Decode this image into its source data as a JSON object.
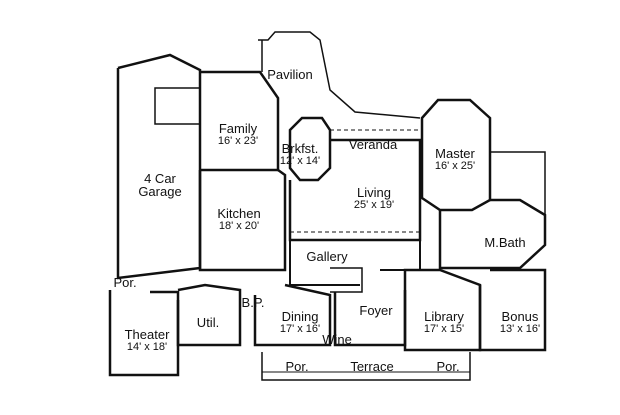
{
  "rooms": {
    "garage": {
      "name": "4 Car\nGarage",
      "dims": ""
    },
    "pavilion": {
      "name": "Pavilion",
      "dims": ""
    },
    "family": {
      "name": "Family",
      "dims": "16' x 23'"
    },
    "brkfst": {
      "name": "Brkfst.",
      "dims": "12' x 14'"
    },
    "veranda": {
      "name": "Veranda",
      "dims": ""
    },
    "master": {
      "name": "Master",
      "dims": "16' x 25'"
    },
    "kitchen": {
      "name": "Kitchen",
      "dims": "18' x 20'"
    },
    "living": {
      "name": "Living",
      "dims": "25' x 19'"
    },
    "mbath": {
      "name": "M.Bath",
      "dims": ""
    },
    "gallery": {
      "name": "Gallery",
      "dims": ""
    },
    "por_left": {
      "name": "Por.",
      "dims": ""
    },
    "bp": {
      "name": "B.P.",
      "dims": ""
    },
    "theater": {
      "name": "Theater",
      "dims": "14' x 18'"
    },
    "util": {
      "name": "Util.",
      "dims": ""
    },
    "dining": {
      "name": "Dining",
      "dims": "17' x 16'"
    },
    "foyer": {
      "name": "Foyer",
      "dims": ""
    },
    "library": {
      "name": "Library",
      "dims": "17' x 15'"
    },
    "bonus": {
      "name": "Bonus",
      "dims": "13' x 16'"
    },
    "wine": {
      "name": "Wine",
      "dims": ""
    },
    "por_bl": {
      "name": "Por.",
      "dims": ""
    },
    "terrace": {
      "name": "Terrace",
      "dims": ""
    },
    "por_br": {
      "name": "Por.",
      "dims": ""
    }
  }
}
